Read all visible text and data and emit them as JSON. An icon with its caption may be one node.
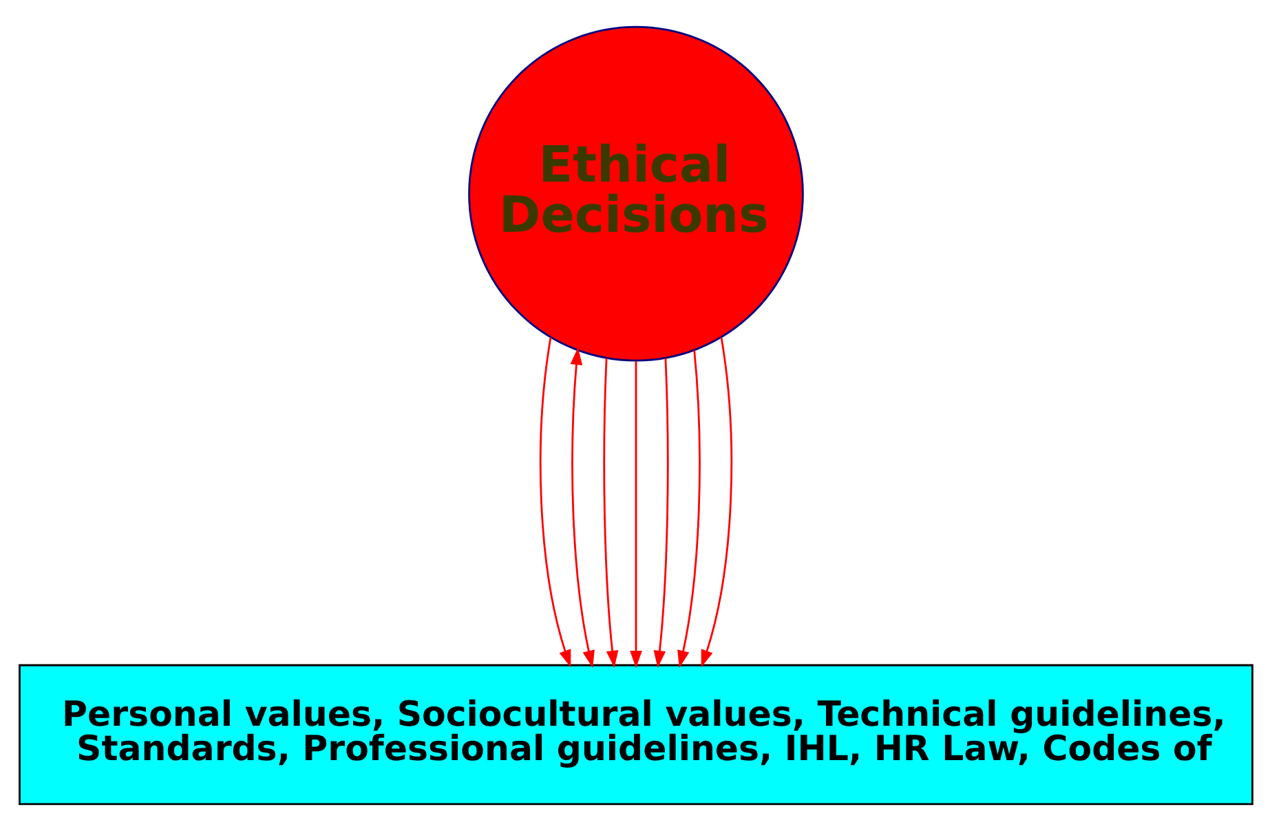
{
  "diagram": {
    "nodes": [
      {
        "text": [
          "Ethical Decisions"
        ]
      },
      {
        "text": [
          "Personal values, Sociocultural values, Technical guidelines, Standards, Professional guidelines, IHL, HR Law, Codes of"
        ]
      }
    ],
    "edges": [
      {
        "from": 1,
        "to": 0,
        "arrow": "both"
      },
      {
        "from": 0,
        "to": 1,
        "arrow": "to"
      },
      {
        "from": 0,
        "to": 1,
        "arrow": "to"
      },
      {
        "from": 0,
        "to": 1,
        "arrow": "to"
      },
      {
        "from": 0,
        "to": 1,
        "arrow": "to"
      },
      {
        "from": 0,
        "to": 1,
        "arrow": "to"
      },
      {
        "from": 0,
        "to": 1,
        "arrow": "to"
      }
    ]
  }
}
